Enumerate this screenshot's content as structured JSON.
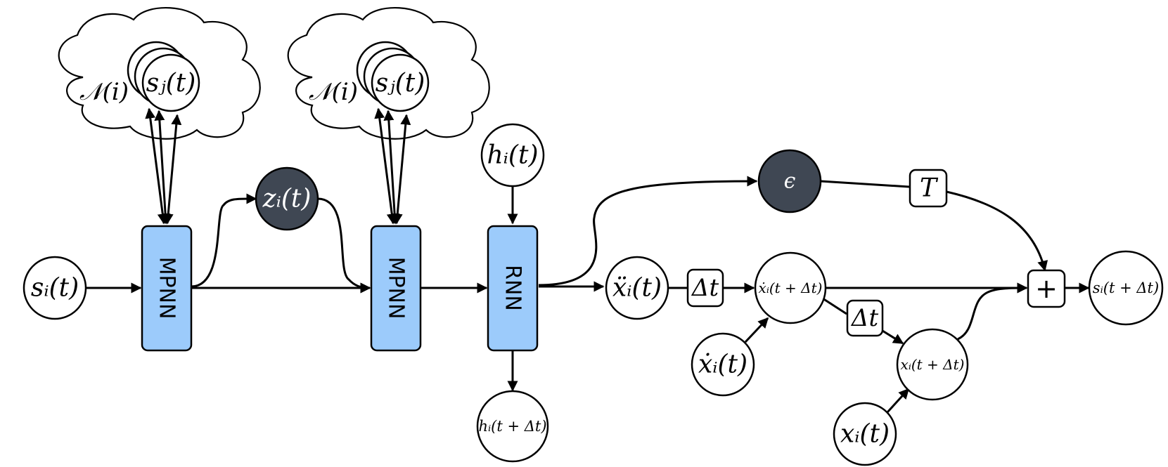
{
  "blocks": {
    "mpnn1": "MPNN",
    "mpnn2": "MPNN",
    "rnn": "RNN"
  },
  "nodes": {
    "si_t": "sᵢ(t)",
    "zi_t": "zᵢ(t)",
    "hi_t": "hᵢ(t)",
    "hi_next": "hᵢ(t + Δt)",
    "eps": "ϵ",
    "xddot_t": "ẍᵢ(t)",
    "xdot_next": "ẋᵢ(t + Δt)",
    "xdot_t": "ẋᵢ(t)",
    "xi_next": "xᵢ(t + Δt)",
    "xi_t": "xᵢ(t)",
    "si_next": "sᵢ(t + Δt)"
  },
  "ops": {
    "T": "T",
    "dt1": "Δt",
    "dt2": "Δt",
    "plus": "+"
  },
  "neighborhoods": [
    {
      "set_label": "𝒩(i)",
      "neighbor_label": "sⱼ(t)"
    },
    {
      "set_label": "𝒩(i)",
      "neighbor_label": "sⱼ(t)"
    }
  ],
  "colors": {
    "block_fill": "#9ccbfb",
    "dark_node_fill": "#3f4753",
    "dark_node_text": "#ffffff",
    "stroke": "#000000"
  }
}
